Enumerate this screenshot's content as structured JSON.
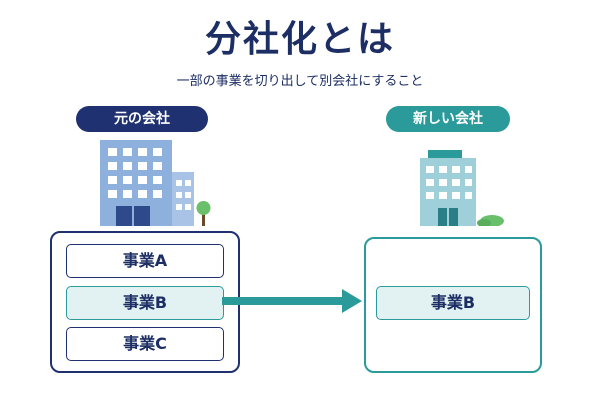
{
  "title": "分社化とは",
  "subtitle": "一部の事業を切り出して別会社にすること",
  "old_company": {
    "label": "元の会社",
    "businesses": [
      "事業A",
      "事業B",
      "事業C"
    ]
  },
  "new_company": {
    "label": "新しい会社",
    "businesses": [
      "事業B"
    ]
  },
  "colors": {
    "navy": "#1f3170",
    "teal": "#2a9a9a",
    "highlight": "#e2f2f3",
    "building_blue": "#7fa6d6",
    "building_teal": "#8ec9d3",
    "tree_green": "#6abf6a"
  },
  "icons": [
    "office-building-icon",
    "tree-icon",
    "bush-icon",
    "right-arrow-icon"
  ]
}
